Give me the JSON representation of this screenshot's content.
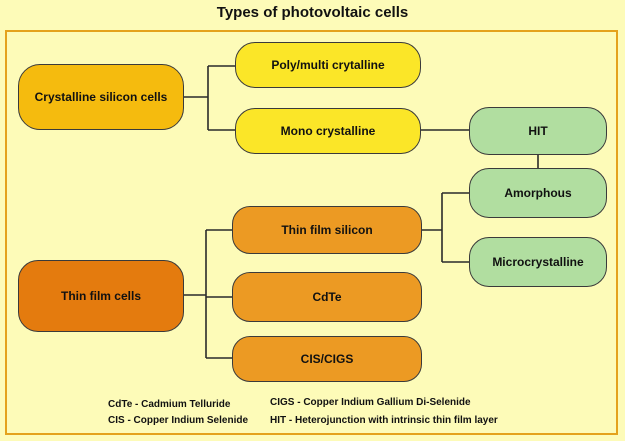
{
  "title": "Types of photovoltaic cells",
  "colors": {
    "background": "#fdfbb8",
    "frame": "#e4a21c",
    "crystalline": "#f5bb0e",
    "crystalline_children": "#fbe628",
    "thin_film": "#e47b0e",
    "thin_film_children": "#ec9a23",
    "silicon_variants": "#b1dea0",
    "connector": "#2a2a2a"
  },
  "nodes": {
    "crystalline_silicon": "Crystalline silicon cells",
    "poly_multi": "Poly/multi crytalline",
    "mono": "Mono crystalline",
    "hit": "HIT",
    "amorphous": "Amorphous",
    "microcrystalline": "Microcrystalline",
    "thin_film_cells": "Thin film cells",
    "thin_film_silicon": "Thin film silicon",
    "cdte": "CdTe",
    "cis_cigs": "CIS/CIGS"
  },
  "legend": {
    "cdte": "CdTe - Cadmium Telluride",
    "cis": "CIS - Copper Indium Selenide",
    "cigs": "CIGS - Copper Indium Gallium Di-Selenide",
    "hit": "HIT - Heterojunction with intrinsic thin film layer"
  }
}
